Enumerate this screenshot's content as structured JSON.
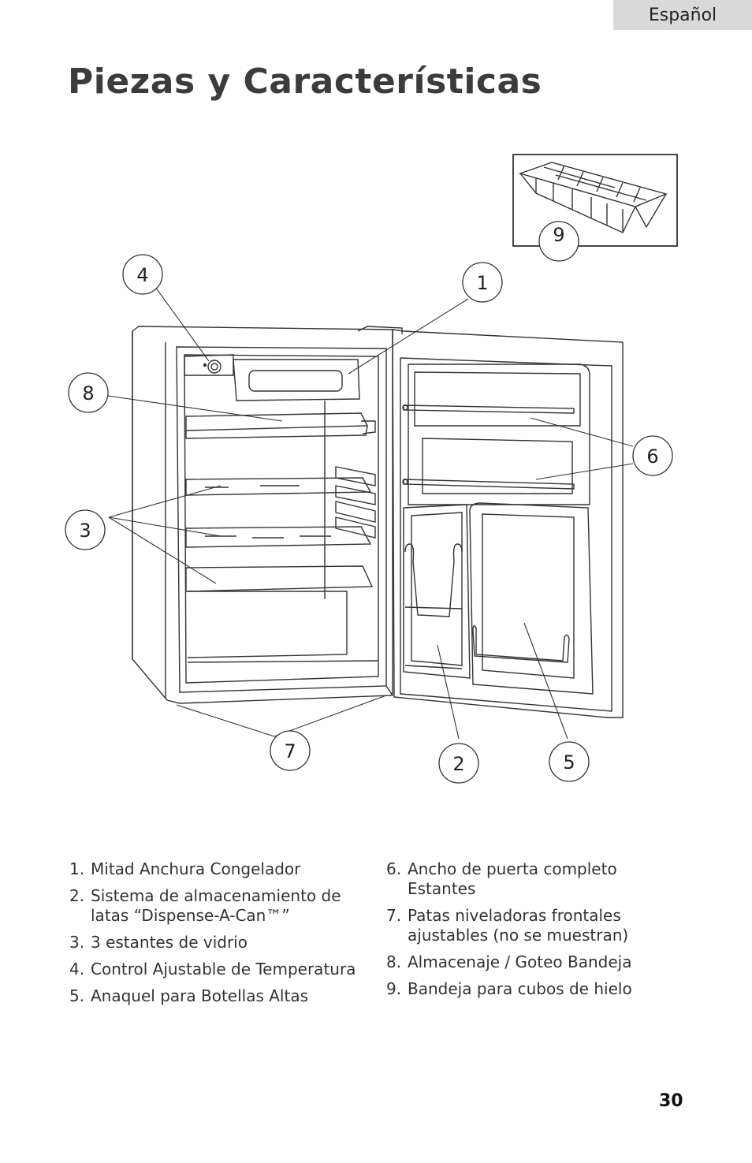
{
  "header": {
    "language_tab": "Español"
  },
  "title": "Piezas y Características",
  "diagram": {
    "callouts": [
      "1",
      "2",
      "3",
      "4",
      "5",
      "6",
      "7",
      "8",
      "9"
    ]
  },
  "parts_left": [
    {
      "num": "1.",
      "text": "Mitad Anchura Congelador"
    },
    {
      "num": "2.",
      "text": "Sistema de almacenamiento de latas “Dispense-A-Can™”"
    },
    {
      "num": "3.",
      "text": "3 estantes de vidrio"
    },
    {
      "num": "4.",
      "text": "Control Ajustable de Temperatura"
    },
    {
      "num": "5.",
      "text": "Anaquel para Botellas Altas"
    }
  ],
  "parts_right": [
    {
      "num": "6.",
      "text": "Ancho de puerta completo Estantes"
    },
    {
      "num": "7.",
      "text": "Patas niveladoras frontales ajustables (no se muestran)"
    },
    {
      "num": "8.",
      "text": "Almacenaje / Goteo Bandeja"
    },
    {
      "num": "9.",
      "text": "Bandeja para cubos de hielo"
    }
  ],
  "page_number": "30"
}
